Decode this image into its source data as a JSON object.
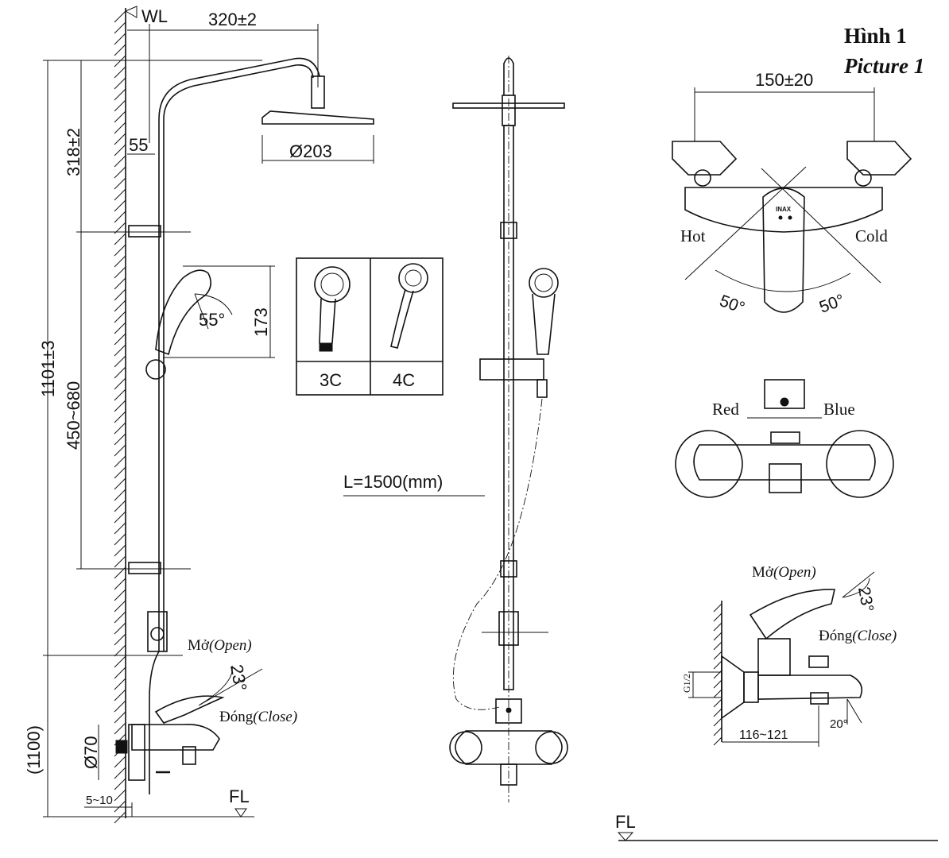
{
  "titles": {
    "vi": "Hình 1",
    "en": "Picture 1"
  },
  "side_view": {
    "wall_label": "WL",
    "floor_label": "FL",
    "arm_reach": "320±2",
    "head_offset": "318±2",
    "wall_gap": "55",
    "head_diameter": "Ø203",
    "total_height": "1101±3",
    "rail_range": "450~680",
    "handshower_length": "173",
    "handshower_angle": "55°",
    "mixer_height": "(1100)",
    "flange_diameter": "Ø70",
    "wall_clearance": "5~10",
    "open_label": "Mở",
    "open_label_en": "(Open)",
    "close_label": "Đóng",
    "close_label_en": "(Close)",
    "lever_angle": "23°"
  },
  "handshower_options": [
    {
      "code": "3C",
      "icon": "handshower-3c-icon"
    },
    {
      "code": "4C",
      "icon": "handshower-4c-icon"
    }
  ],
  "front_view": {
    "hose_length": "L=1500(mm)"
  },
  "detail_views": {
    "spacing": "150±20",
    "hot_label": "Hot",
    "cold_label": "Cold",
    "hot_angle": "50°",
    "cold_angle": "50°",
    "brand_mark": "INAX",
    "red_label": "Red",
    "blue_label": "Blue",
    "open_label": "Mở",
    "open_label_en": "(Open)",
    "close_label": "Đóng",
    "close_label_en": "(Close)",
    "lever_angle": "23°",
    "thread_size": "G1/2",
    "body_length": "116~121",
    "spout_angle": "20°",
    "floor_label": "FL"
  }
}
